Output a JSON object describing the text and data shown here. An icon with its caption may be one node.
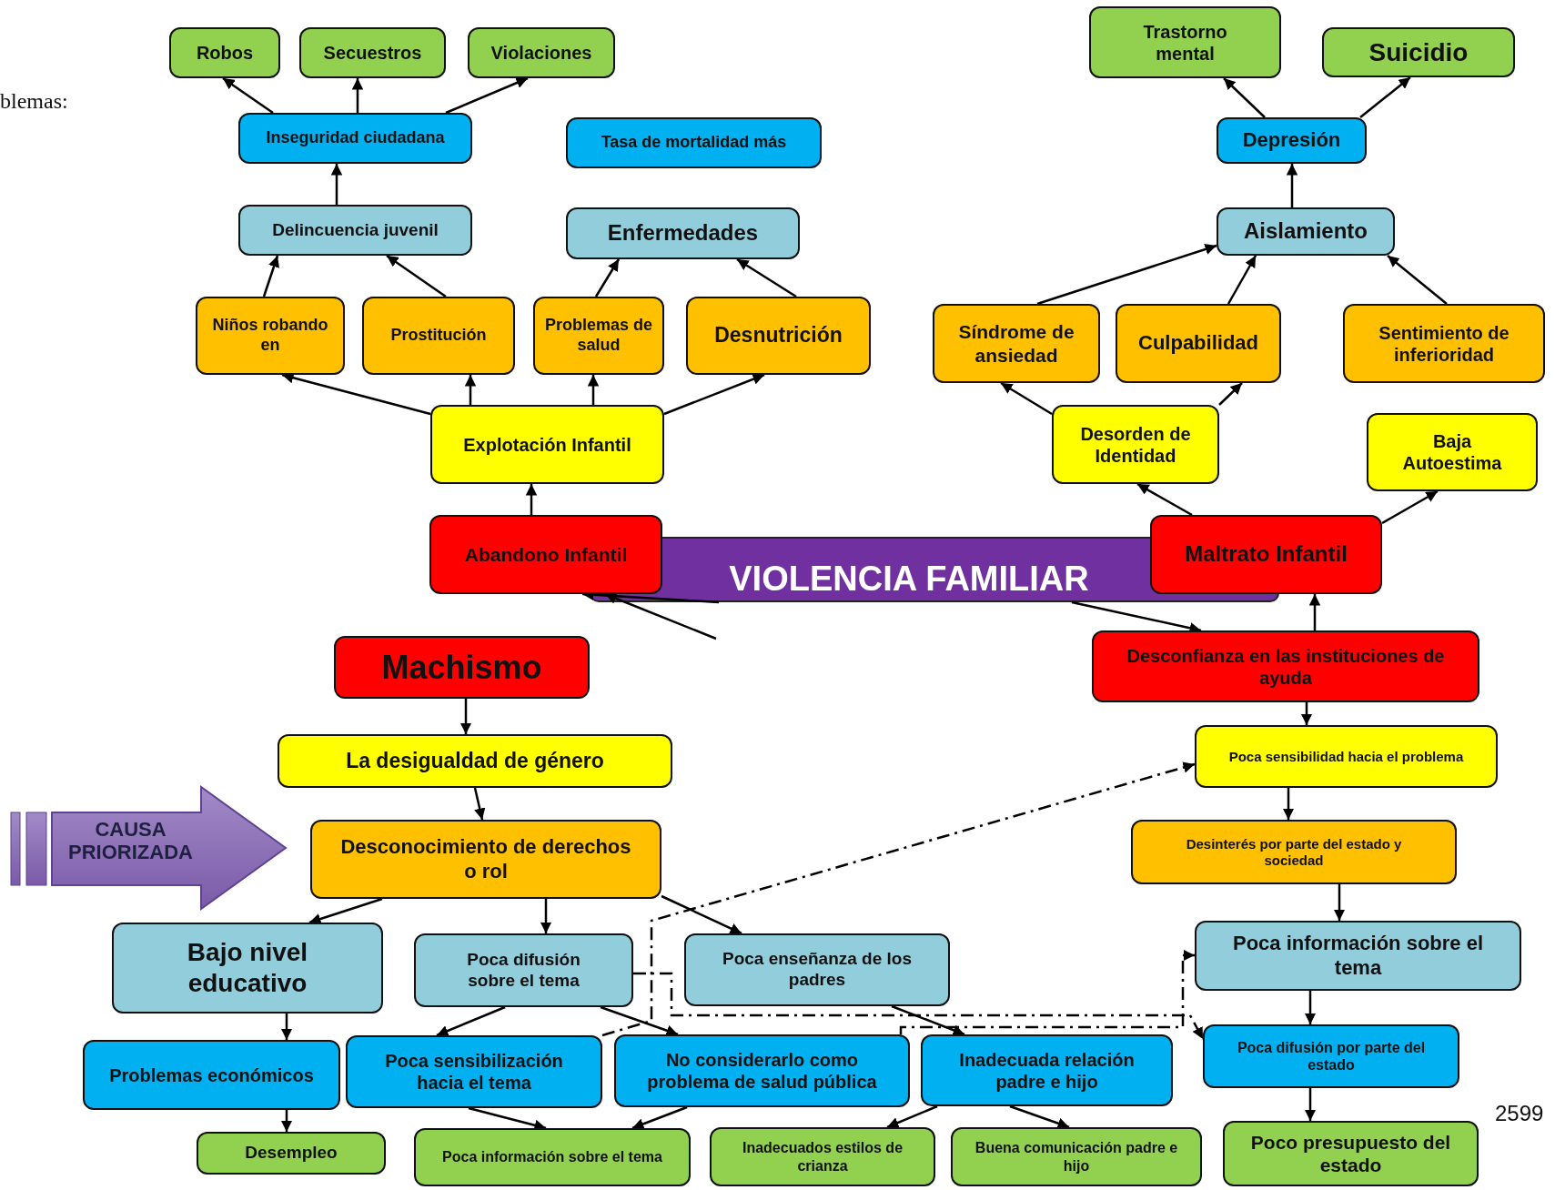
{
  "diagram": {
    "nodes": [
      {
        "text": [
          "Robos"
        ]
      },
      {
        "text": [
          "Secuestros"
        ]
      },
      {
        "text": [
          "Violaciones"
        ]
      },
      {
        "text": [
          "Inseguridad ciudadana"
        ]
      },
      {
        "text": [
          "Tasa de mortalidad más"
        ]
      },
      {
        "text": [
          "Delincuencia juvenil"
        ]
      },
      {
        "text": [
          "Enfermedades"
        ]
      },
      {
        "text": [
          "Niños robando en"
        ]
      },
      {
        "text": [
          "Prostitución"
        ]
      },
      {
        "text": [
          "Problemas de salud"
        ]
      },
      {
        "text": [
          "Desnutrición"
        ]
      },
      {
        "text": [
          "Explotación Infantil"
        ]
      },
      {
        "text": [
          "Trastorno mental"
        ]
      },
      {
        "text": [
          "Suicidio"
        ]
      },
      {
        "text": [
          "Depresión"
        ]
      },
      {
        "text": [
          "Aislamiento"
        ]
      },
      {
        "text": [
          "Síndrome de ansiedad"
        ]
      },
      {
        "text": [
          "Culpabilidad"
        ]
      },
      {
        "text": [
          "Sentimiento de inferioridad"
        ]
      },
      {
        "text": [
          "Desorden de Identidad"
        ]
      },
      {
        "text": [
          "Baja Autoestima"
        ]
      },
      {
        "text": [
          "Abandono Infantil"
        ]
      },
      {
        "text": [
          "VIOLENCIA FAMILIAR"
        ]
      },
      {
        "text": [
          "Maltrato Infantil"
        ]
      },
      {
        "text": [
          "Machismo"
        ]
      },
      {
        "text": [
          "Desconfianza en las instituciones de ayuda"
        ]
      },
      {
        "text": [
          "La desigualdad de género"
        ]
      },
      {
        "text": [
          "Poca sensibilidad hacia el problema"
        ]
      },
      {
        "text": [
          "CAUSA PRIORIZADA"
        ]
      },
      {
        "text": [
          "Desconocimiento de derechos o rol"
        ]
      },
      {
        "text": [
          "Desinterés por parte del estado y sociedad"
        ]
      },
      {
        "text": [
          "Bajo nivel educativo"
        ]
      },
      {
        "text": [
          "Poca difusión sobre el tema"
        ]
      },
      {
        "text": [
          "Poca enseñanza de los padres"
        ]
      },
      {
        "text": [
          "Poca información sobre el tema"
        ]
      },
      {
        "text": [
          "Problemas económicos"
        ]
      },
      {
        "text": [
          "Poca sensibilización hacia el tema"
        ]
      },
      {
        "text": [
          "No considerarlo como problema de salud pública"
        ]
      },
      {
        "text": [
          "Inadecuada relación padre e hijo"
        ]
      },
      {
        "text": [
          "Poca difusión por parte del estado"
        ]
      },
      {
        "text": [
          "Desempleo"
        ]
      },
      {
        "text": [
          "Poca información sobre el tema"
        ]
      },
      {
        "text": [
          "Inadecuados estilos de crianza"
        ]
      },
      {
        "text": [
          "Buena comunicación padre e hijo"
        ]
      },
      {
        "text": [
          "Poco presupuesto del estado"
        ]
      }
    ],
    "edges": [
      {
        "from": 3,
        "to": 0,
        "arrow": "to"
      },
      {
        "from": 3,
        "to": 1,
        "arrow": "to"
      },
      {
        "from": 3,
        "to": 2,
        "arrow": "to"
      },
      {
        "from": 5,
        "to": 3,
        "arrow": "to"
      },
      {
        "from": 7,
        "to": 5,
        "arrow": "to"
      },
      {
        "from": 8,
        "to": 5,
        "arrow": "to"
      },
      {
        "from": 9,
        "to": 6,
        "arrow": "to"
      },
      {
        "from": 10,
        "to": 6,
        "arrow": "to"
      },
      {
        "from": 11,
        "to": 7,
        "arrow": "to"
      },
      {
        "from": 11,
        "to": 8,
        "arrow": "to"
      },
      {
        "from": 11,
        "to": 9,
        "arrow": "to"
      },
      {
        "from": 11,
        "to": 10,
        "arrow": "to"
      },
      {
        "from": 21,
        "to": 11,
        "arrow": "to"
      },
      {
        "from": 15,
        "to": 14,
        "arrow": "to"
      },
      {
        "from": 14,
        "to": 12,
        "arrow": "to"
      },
      {
        "from": 14,
        "to": 13,
        "arrow": "to"
      },
      {
        "from": 16,
        "to": 15,
        "arrow": "to"
      },
      {
        "from": 17,
        "to": 15,
        "arrow": "to"
      },
      {
        "from": 18,
        "to": 15,
        "arrow": "to"
      },
      {
        "from": 19,
        "to": 16,
        "arrow": "to"
      },
      {
        "from": 19,
        "to": 17,
        "arrow": "to"
      },
      {
        "from": 23,
        "to": 19,
        "arrow": "to"
      },
      {
        "from": 23,
        "to": 20,
        "arrow": "to"
      },
      {
        "from": 22,
        "to": 21,
        "arrow": "to"
      },
      {
        "from": null,
        "to": 21,
        "arrow": "to"
      },
      {
        "from": 22,
        "to": 25,
        "arrow": "to"
      },
      {
        "from": 25,
        "to": 23,
        "arrow": "to"
      },
      {
        "from": 24,
        "to": 26,
        "arrow": "to"
      },
      {
        "from": 26,
        "to": 29,
        "arrow": "to"
      },
      {
        "from": 25,
        "to": 27,
        "arrow": "to"
      },
      {
        "from": 27,
        "to": 30,
        "arrow": "to"
      },
      {
        "from": 30,
        "to": 34,
        "arrow": "to"
      },
      {
        "from": 34,
        "to": 39,
        "arrow": "to"
      },
      {
        "from": 39,
        "to": 44,
        "arrow": "to"
      },
      {
        "from": 29,
        "to": 31,
        "arrow": "to"
      },
      {
        "from": 29,
        "to": 32,
        "arrow": "to"
      },
      {
        "from": 29,
        "to": 33,
        "arrow": "to"
      },
      {
        "from": 31,
        "to": 35,
        "arrow": "to"
      },
      {
        "from": 35,
        "to": 40,
        "arrow": "to"
      },
      {
        "from": 32,
        "to": 36,
        "arrow": "to"
      },
      {
        "from": 32,
        "to": 37,
        "arrow": "to"
      },
      {
        "from": 33,
        "to": 38,
        "arrow": "to"
      },
      {
        "from": 36,
        "to": 41,
        "arrow": "to"
      },
      {
        "from": 37,
        "to": 41,
        "arrow": "to"
      },
      {
        "from": 38,
        "to": 42,
        "arrow": "to"
      },
      {
        "from": 38,
        "to": 43,
        "arrow": "to"
      },
      {
        "from": 36,
        "to": 27,
        "arrow": "to",
        "style": "dashed"
      },
      {
        "from": 32,
        "to": 39,
        "arrow": "to",
        "style": "dashed"
      },
      {
        "from": 37,
        "to": 34,
        "arrow": "to",
        "style": "dashed"
      }
    ],
    "labels": [
      "blemas:",
      "2599"
    ]
  }
}
